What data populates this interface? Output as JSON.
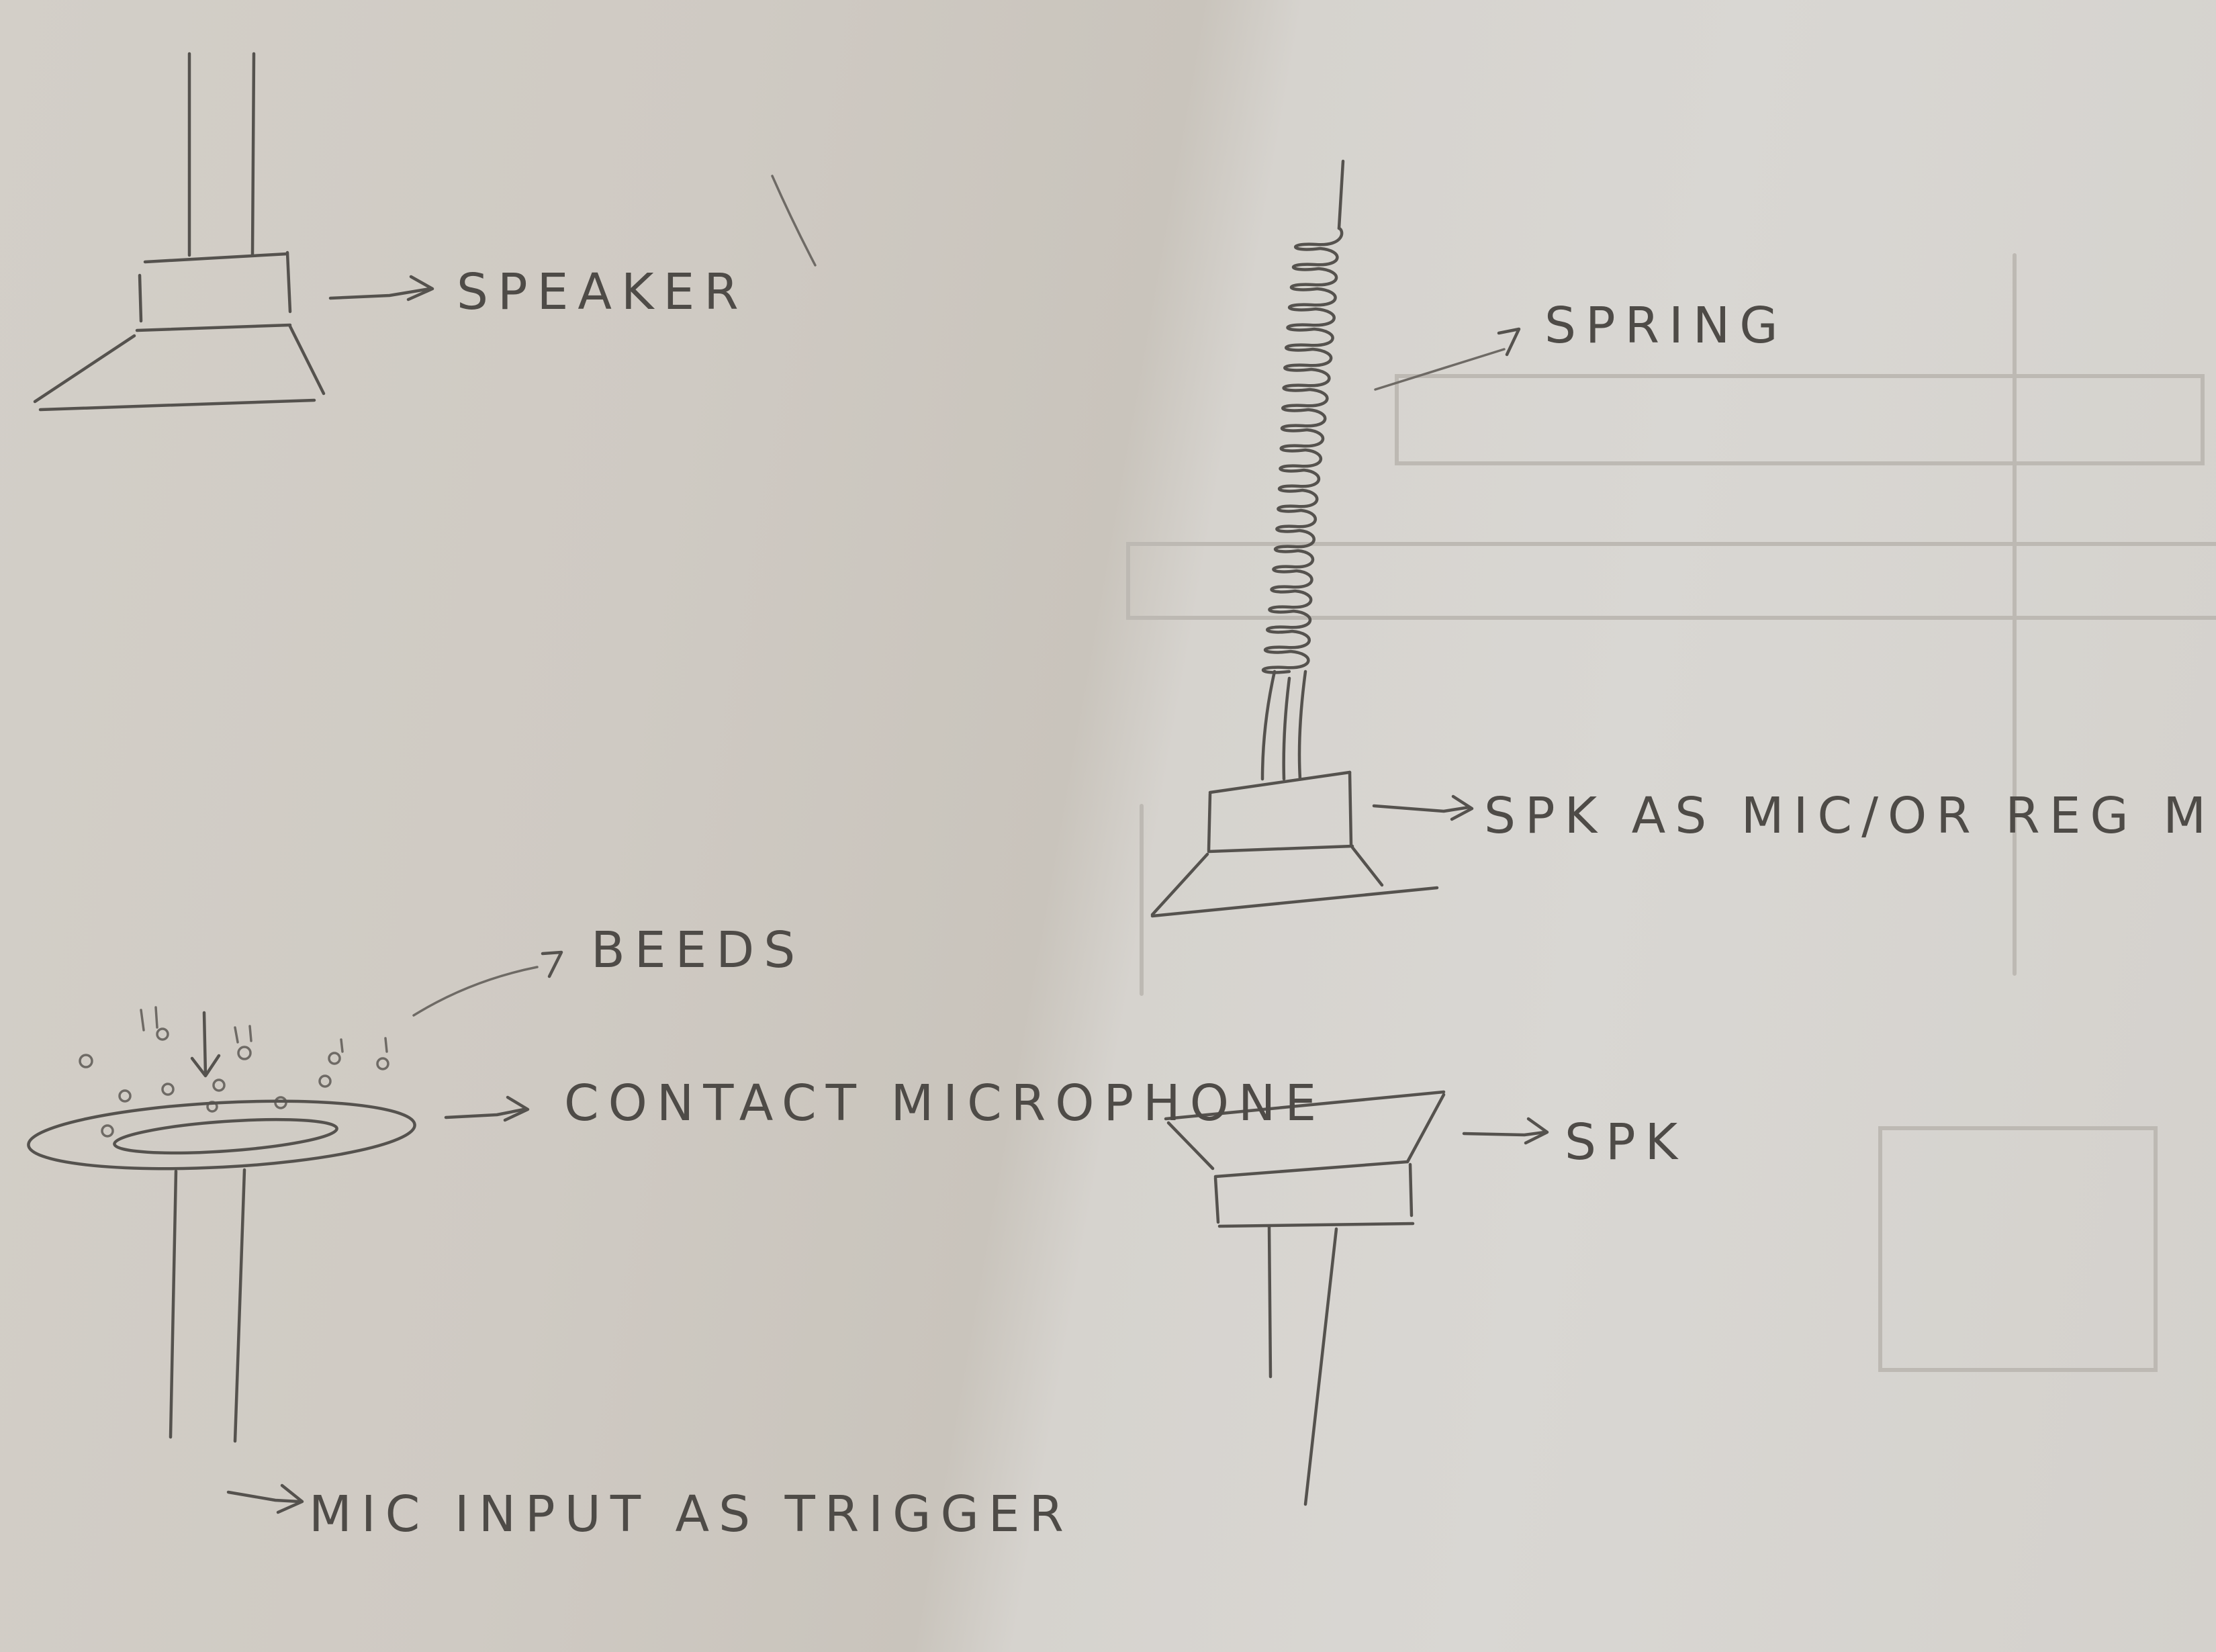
{
  "labels": {
    "speaker": "SPEAKER",
    "spring": "SPRING",
    "spk_as_mic": "SPK AS MIC/OR REG MIC",
    "beeds": "BEEDS",
    "contact_microphone": "CONTACT MICROPHONE",
    "spk": "SPK",
    "mic_input_trigger": "MIC INPUT AS TRIGGER"
  },
  "arrow_glyph": "→"
}
